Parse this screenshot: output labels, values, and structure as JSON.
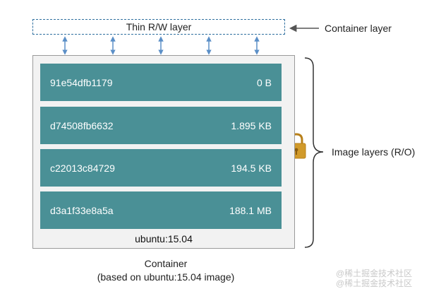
{
  "rw_layer": {
    "label": "Thin R/W layer"
  },
  "container_layer_label": "Container layer",
  "image_layers_label": "Image layers (R/O)",
  "layers": [
    {
      "id": "91e54dfb1179",
      "size": "0 B"
    },
    {
      "id": "d74508fb6632",
      "size": "1.895 KB"
    },
    {
      "id": "c22013c84729",
      "size": "194.5 KB"
    },
    {
      "id": "d3a1f33e8a5a",
      "size": "188.1 MB"
    }
  ],
  "base_image": "ubuntu:15.04",
  "caption": {
    "title": "Container",
    "subtitle": "(based on ubuntu:15.04 image)"
  },
  "watermark": {
    "line1": "@稀土掘金技术社区",
    "line2": "@稀土掘金技术社区"
  },
  "colors": {
    "layer_fill": "#4a9096",
    "dashed_border": "#2f6f9f",
    "container_fill": "#f2f2f2",
    "lock": "#d19a2a"
  }
}
